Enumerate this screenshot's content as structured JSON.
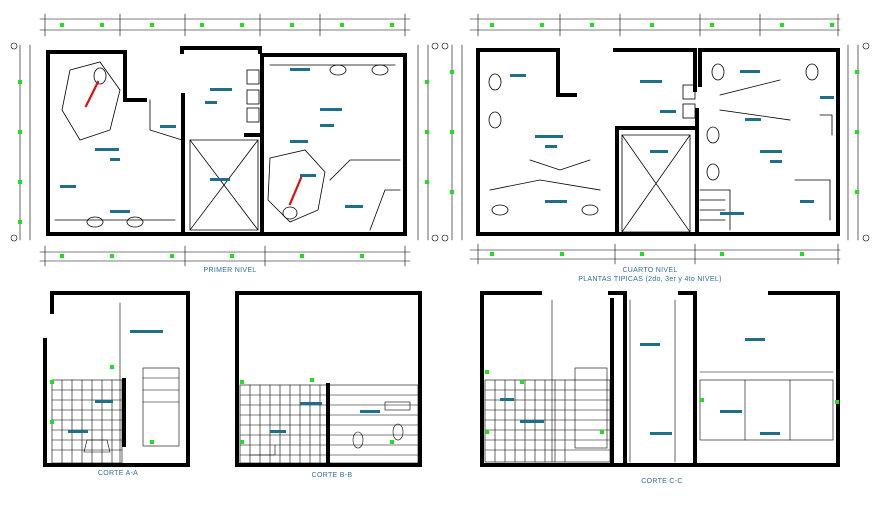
{
  "labels": {
    "plan_first": "PRIMER NIVEL",
    "plan_fourth": "CUARTO NIVEL",
    "plan_typical": "PLANTAS TIPICAS (2do, 3er y 4to NIVEL)",
    "section_a": "CORTE A-A",
    "section_b": "CORTE B-B",
    "section_c": "CORTE C-C"
  },
  "colors": {
    "wall": "#000000",
    "dimension": "#0a0a0a",
    "text_block": "#1d6f8a",
    "marker": "#22dd22",
    "accent": "#dd1111",
    "label": "#2f6f9a"
  }
}
